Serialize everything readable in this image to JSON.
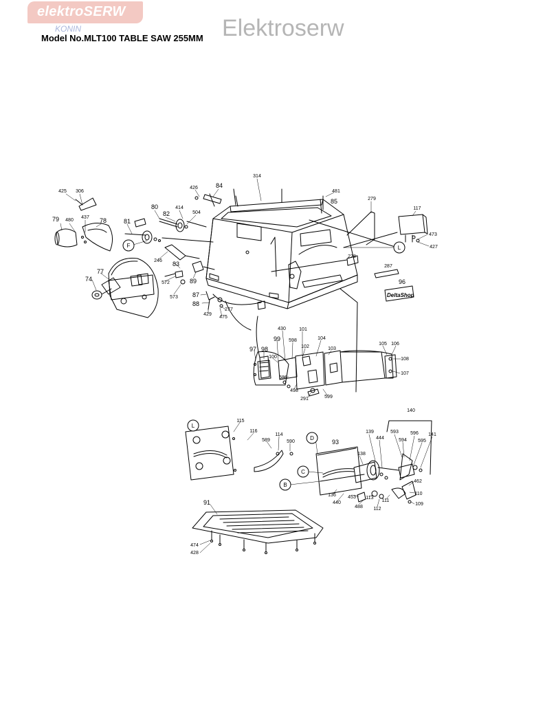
{
  "header": {
    "logo_text": "elektroSERW",
    "logo_sub": "KONIN",
    "model_title": "Model No.MLT100 TABLE SAW 255MM",
    "brand": "Elektroserw"
  },
  "labels": {
    "p425": "425",
    "p306": "306",
    "p426": "426",
    "p84": "84",
    "p314": "314",
    "p481": "481",
    "p85": "85",
    "p279": "279",
    "p117": "117",
    "p79": "79",
    "p480": "480",
    "p437": "437",
    "p78": "78",
    "p80": "80",
    "p82": "82",
    "p414": "414",
    "p504": "504",
    "p81": "81",
    "p473": "473",
    "p427": "427",
    "p246": "246",
    "p278": "278",
    "p287": "287",
    "p83": "83",
    "p77": "77",
    "p74": "74",
    "p572": "572",
    "p89": "89",
    "p573": "573",
    "p96": "96",
    "p87": "87",
    "p88": "88",
    "p277": "277",
    "p429": "429",
    "p475": "475",
    "p430": "430",
    "p101": "101",
    "p99": "99",
    "p598": "598",
    "p104": "104",
    "p97": "97",
    "p98": "98",
    "p102": "102",
    "p103": "103",
    "p105": "105",
    "p106": "106",
    "p108": "108",
    "p100": "100",
    "p588": "588",
    "p107": "107",
    "p498": "498",
    "p599": "599",
    "p291": "291",
    "p140": "140",
    "p115": "115",
    "p116": "116",
    "p114": "114",
    "p590": "590",
    "p589": "589",
    "p93": "93",
    "p139": "139",
    "p444": "444",
    "p593": "593",
    "p596": "596",
    "p141": "141",
    "p594": "594",
    "p595": "595",
    "p138": "138",
    "p462": "462",
    "p136": "136",
    "p453": "453",
    "p113": "113",
    "p111": "111",
    "p110": "110",
    "p440": "440",
    "p488": "488",
    "p112": "112",
    "p109": "109",
    "p91": "91",
    "p474": "474",
    "p428": "428"
  },
  "callouts": {
    "F": "F",
    "L1": "L",
    "L2": "L",
    "D": "D",
    "C": "C",
    "B": "B"
  },
  "plate_text": "DeltaShop"
}
